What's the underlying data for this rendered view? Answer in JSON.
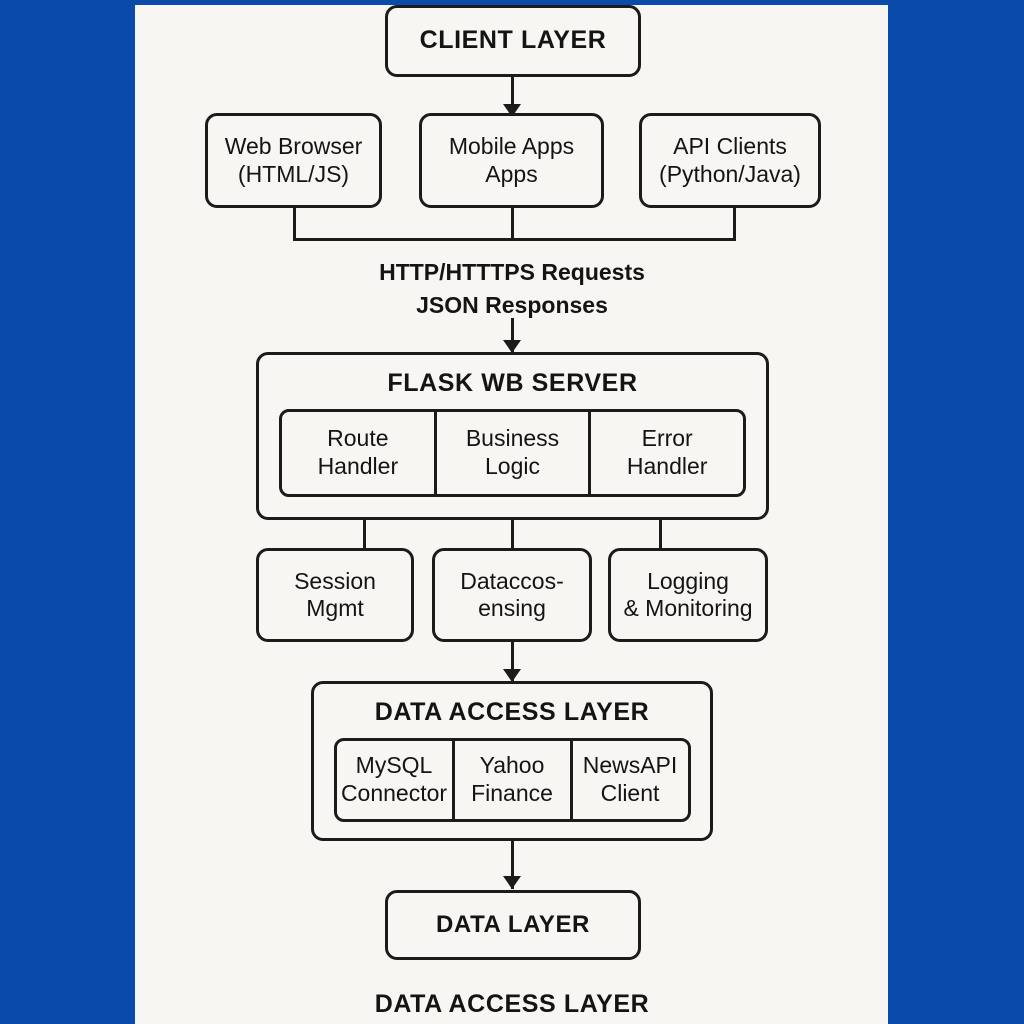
{
  "diagram": {
    "title": "CLIENT LAYER",
    "background_color": "#f7f6f3",
    "frame_color": "#0a4aab",
    "stroke_color": "#1b1b1b",
    "client_layer": {
      "label": "CLIENT LAYER",
      "clients": [
        {
          "line1": "Web Browser",
          "line2": "(HTML/JS)"
        },
        {
          "line1": "Mobile Apps",
          "line2": "Apps"
        },
        {
          "line1": "API Clients",
          "line2": "(Python/Java)"
        }
      ]
    },
    "transport_label": {
      "line1": "HTTP/HTTTPS Requests",
      "line2": "JSON Responses"
    },
    "flask_server": {
      "label": "FLASK WB SERVER",
      "components": [
        {
          "line1": "Route",
          "line2": "Handler"
        },
        {
          "line1": "Business",
          "line2": "Logic"
        },
        {
          "line1": "Error",
          "line2": "Handler"
        }
      ]
    },
    "services": [
      {
        "line1": "Session",
        "line2": "Mgmt"
      },
      {
        "line1": "Dataccos-",
        "line2": "ensing"
      },
      {
        "line1": "Logging",
        "line2": "& Monitoring"
      }
    ],
    "data_access_layer": {
      "label": "DATA ACCESS LAYER",
      "connectors": [
        {
          "line1": "MySQL",
          "line2": "Connector"
        },
        {
          "line1": "Yahoo",
          "line2": "Finance"
        },
        {
          "line1": "NewsAPI",
          "line2": "Client"
        }
      ]
    },
    "data_layer": {
      "label": "DATA LAYER"
    },
    "footer_caption": "DATA ACCESS LAYER"
  }
}
